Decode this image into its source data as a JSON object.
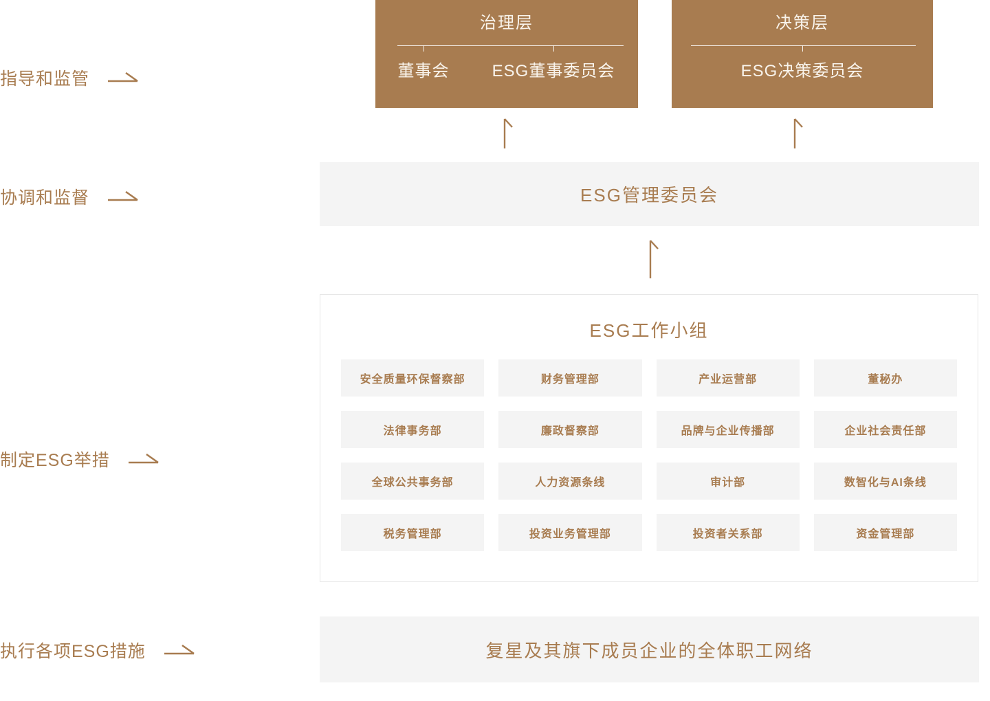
{
  "colors": {
    "accent_brown": "#a87c50",
    "box_text": "#f9f4ec",
    "bar_gray": "#f4f4f4",
    "panel_border": "#e7e7e7"
  },
  "icons": {
    "flow_arrow": "harpoon-right-icon",
    "up_arrow": "harpoon-up-icon"
  },
  "flow_labels": [
    {
      "text": "指导和监管"
    },
    {
      "text": "协调和监督"
    },
    {
      "text": "制定ESG举措"
    },
    {
      "text": "执行各项ESG措施"
    }
  ],
  "governance_box": {
    "title": "治理层",
    "children": [
      "董事会",
      "ESG董事委员会"
    ]
  },
  "decision_box": {
    "title": "决策层",
    "children": [
      "ESG决策委员会"
    ]
  },
  "management_bar": {
    "label": "ESG管理委员会"
  },
  "working_group": {
    "title": "ESG工作小组",
    "departments": [
      "安全质量环保督察部",
      "财务管理部",
      "产业运营部",
      "董秘办",
      "法律事务部",
      "廉政督察部",
      "品牌与企业传播部",
      "企业社会责任部",
      "全球公共事务部",
      "人力资源条线",
      "审计部",
      "数智化与AI条线",
      "税务管理部",
      "投资业务管理部",
      "投资者关系部",
      "资金管理部"
    ]
  },
  "staff_bar": {
    "label": "复星及其旗下成员企业的全体职工网络"
  }
}
